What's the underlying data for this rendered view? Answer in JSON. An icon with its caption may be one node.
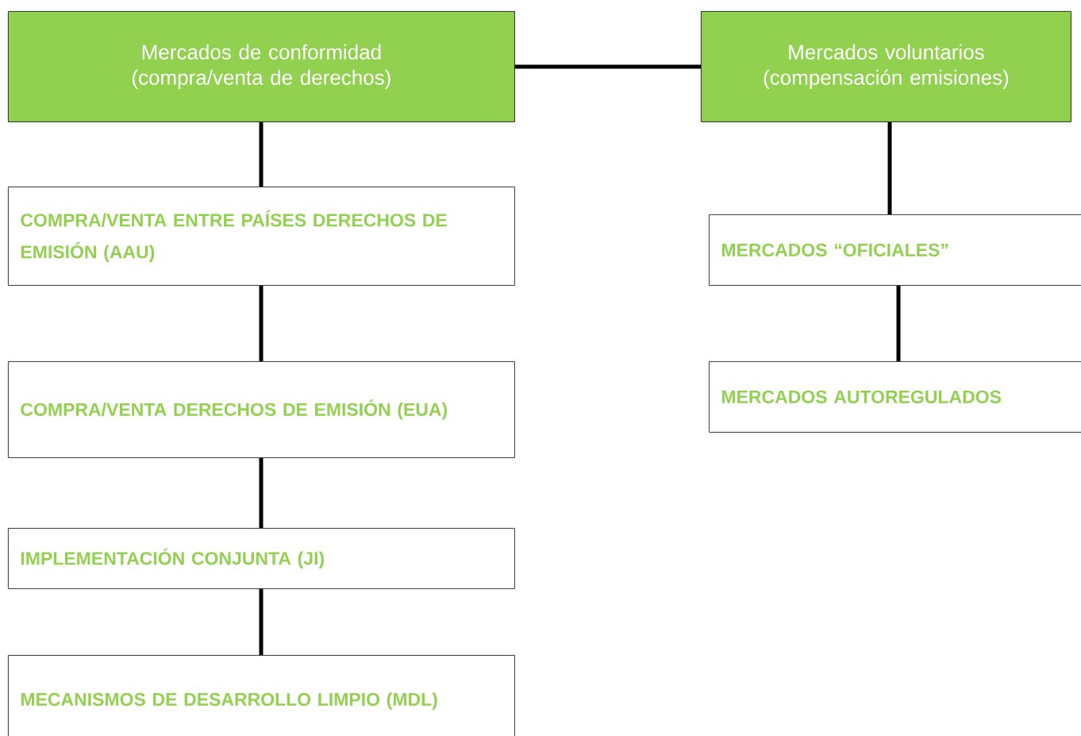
{
  "diagram": {
    "nodes": [
      {
        "text": [
          "Mercados de conformidad (compra/venta de derechos)"
        ]
      },
      {
        "text": [
          "Mercados voluntarios (compensación emisiones)"
        ]
      },
      {
        "text": [
          "COMPRA/VENTA ENTRE PAÍSES DERECHOS DE EMISIÓN (AAU)"
        ]
      },
      {
        "text": [
          "COMPRA/VENTA DERECHOS DE EMISIÓN (EUA)"
        ]
      },
      {
        "text": [
          "IMPLEMENTACIÓN CONJUNTA (JI)"
        ]
      },
      {
        "text": [
          "MECANISMOS DE DESARROLLO LIMPIO (MDL)"
        ]
      },
      {
        "text": [
          "MERCADOS “OFICIALES”"
        ]
      },
      {
        "text": [
          "MERCADOS AUTOREGULADOS"
        ]
      }
    ],
    "edges": [
      {
        "from": 0,
        "to": 1,
        "arrow": "none"
      },
      {
        "from": 0,
        "to": 2,
        "arrow": "none"
      },
      {
        "from": 2,
        "to": 3,
        "arrow": "none"
      },
      {
        "from": 3,
        "to": 4,
        "arrow": "none"
      },
      {
        "from": 4,
        "to": 5,
        "arrow": "none"
      },
      {
        "from": 1,
        "to": 6,
        "arrow": "none"
      },
      {
        "from": 6,
        "to": 7,
        "arrow": "none"
      }
    ]
  }
}
